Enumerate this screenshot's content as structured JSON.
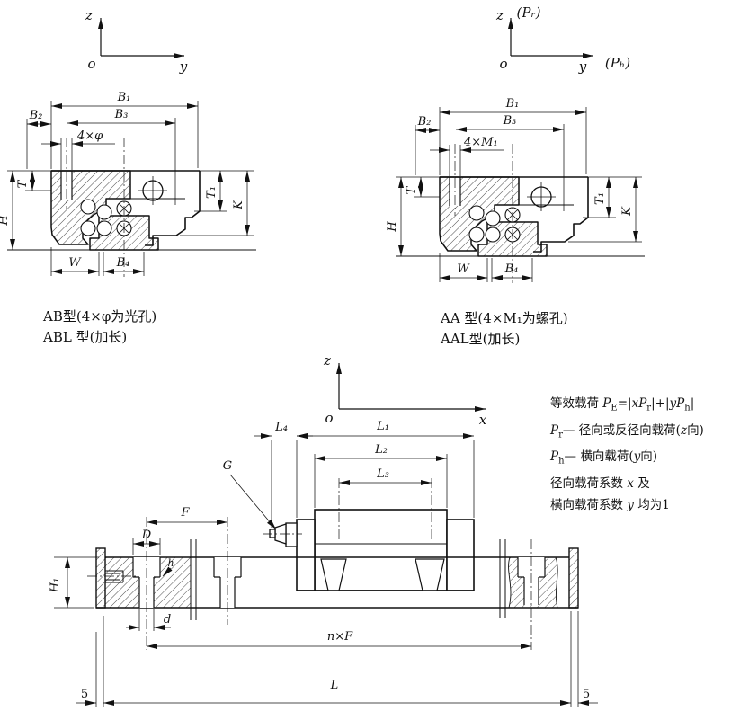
{
  "axes": {
    "top_left": {
      "z_label": "z",
      "origin_label": "o",
      "y_label": "y"
    },
    "top_right": {
      "z_label": "z",
      "pr_label": "(Pᵣ)",
      "origin_label": "o",
      "y_label": "y",
      "ph_label": "(Pₕ)"
    },
    "bottom": {
      "z_label": "z",
      "origin_label": "o",
      "x_label": "x"
    }
  },
  "section_ab": {
    "dims": {
      "b1": "B₁",
      "b2": "B₂",
      "b3": "B₃",
      "hole": "4×φ",
      "t": "T",
      "h": "H",
      "t1": "T₁",
      "k": "K",
      "w": "W",
      "b4": "B₄"
    },
    "caption1": "AB型(4×φ为光孔)",
    "caption2": "ABL 型(加长)"
  },
  "section_aa": {
    "dims": {
      "b1": "B₁",
      "b2": "B₂",
      "b3": "B₃",
      "hole": "4×M₁",
      "t": "T",
      "h": "H",
      "t1": "T₁",
      "k": "K",
      "w": "W",
      "b4": "B₄"
    },
    "caption1": "AA 型(4×M₁为螺孔)",
    "caption2": "AAL型(加长)"
  },
  "side_view": {
    "dims": {
      "l4": "L₄",
      "l1": "L₁",
      "l2": "L₂",
      "l3": "L₃",
      "g": "G",
      "f": "F",
      "d_big": "D",
      "h_depth": "h",
      "h1": "H₁",
      "d_small": "d",
      "nf": "n×F",
      "l": "L",
      "end_left": "5",
      "end_right": "5"
    }
  },
  "notes": {
    "l1": [
      "等效载荷 ",
      "P",
      "E",
      "=|",
      "x",
      "P",
      "r",
      "|+|",
      "y",
      "P",
      "h",
      "|"
    ],
    "l2": [
      "P",
      "r",
      "— 径向或反径向载荷(",
      "z",
      "向)"
    ],
    "l3": [
      "P",
      "h",
      "— 横向载荷(",
      "y",
      "向)"
    ],
    "l4": [
      "径向载荷系数 ",
      "x",
      " 及"
    ],
    "l5": [
      "横向载荷系数 ",
      "y",
      " 均为1"
    ]
  }
}
